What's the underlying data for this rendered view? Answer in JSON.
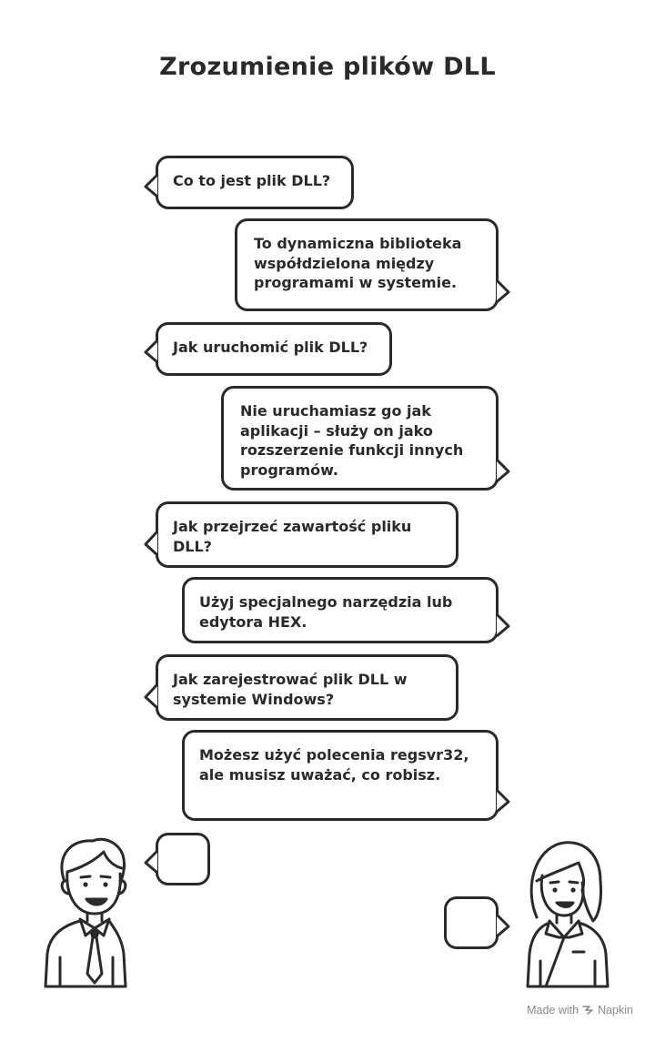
{
  "title": "Zrozumienie plików DLL",
  "messages": [
    {
      "speaker": "man",
      "text": "Co to jest plik DLL?"
    },
    {
      "speaker": "woman",
      "text": "To dynamiczna biblioteka współdzielona między programami w systemie."
    },
    {
      "speaker": "man",
      "text": "Jak uruchomić plik DLL?"
    },
    {
      "speaker": "woman",
      "text": "Nie uruchamiasz go jak aplikacji – służy on jako rozszerzenie funkcji innych programów."
    },
    {
      "speaker": "man",
      "text": "Jak przejrzeć zawartość pliku DLL?"
    },
    {
      "speaker": "woman",
      "text": "Użyj specjalnego narzędzia lub edytora HEX."
    },
    {
      "speaker": "man",
      "text": "Jak zarejestrować plik DLL w systemie Windows?"
    },
    {
      "speaker": "woman",
      "text": "Możesz użyć polecenia regsvr32, ale musisz uważać, co robisz."
    }
  ],
  "credit": {
    "prefix": "Made with",
    "brand": "Napkin"
  }
}
